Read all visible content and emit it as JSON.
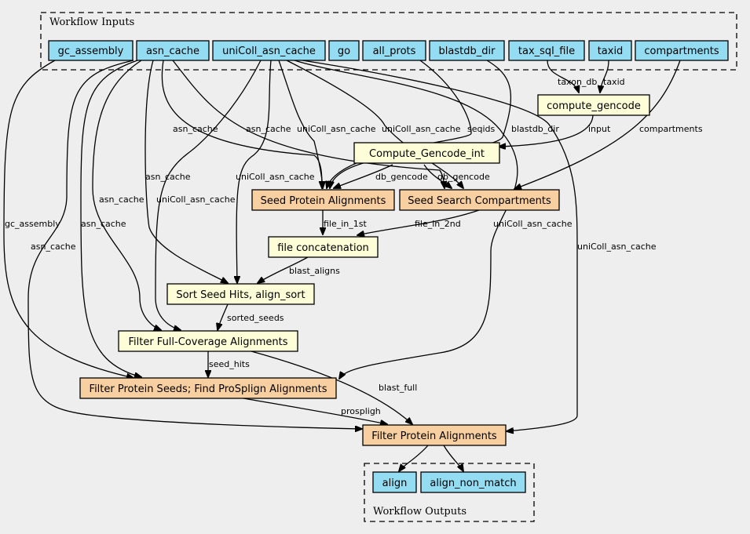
{
  "colors": {
    "input": "#94dcf2",
    "output": "#94dcf2",
    "task": "#fdfdd8",
    "workflow_task": "#f7cfa0",
    "background": "#eeeeee"
  },
  "clusters": {
    "inputs": "Workflow Inputs",
    "outputs": "Workflow Outputs"
  },
  "nodes": {
    "gc_assembly": "gc_assembly",
    "asn_cache": "asn_cache",
    "unicoll_asn_cache": "uniColl_asn_cache",
    "go": "go",
    "all_prots": "all_prots",
    "blastdb_dir": "blastdb_dir",
    "tax_sql_file": "tax_sql_file",
    "taxid": "taxid",
    "compartments": "compartments",
    "compute_gencode": "compute_gencode",
    "compute_gencode_int": "Compute_Gencode_int",
    "seed_protein_alignments": "Seed Protein Alignments",
    "seed_search_compartments": "Seed Search Compartments",
    "file_concatenation": "file concatenation",
    "sort_seed_hits": "Sort Seed Hits, align_sort",
    "filter_full_coverage": "Filter Full-Coverage Alignments",
    "filter_protein_seeds": "Filter Protein Seeds; Find ProSplign Alignments",
    "filter_protein_alignments": "Filter Protein Alignments",
    "align": "align",
    "align_non_match": "align_non_match"
  },
  "edge_labels": {
    "taxon_db": "taxon_db",
    "taxid": "taxid",
    "input": "input",
    "compartments": "compartments",
    "asn_cache_a": "asn_cache",
    "asn_cache_b": "asn_cache",
    "unicoll_a": "uniColl_asn_cache",
    "unicoll_b": "uniColl_asn_cache",
    "seqids": "seqids",
    "blastdb_dir": "blastdb_dir",
    "db_gencode_a": "db_gencode",
    "db_gencode_b": "db_gencode",
    "asn_cache_c": "asn_cache",
    "unicoll_c": "uniColl_asn_cache",
    "asn_cache_d": "asn_cache",
    "unicoll_d": "uniColl_asn_cache",
    "gc_assembly": "gc_assembly",
    "asn_cache_e": "asn_cache",
    "asn_cache_f": "asn_cache",
    "file_in_1st": "file_in_1st",
    "file_in_2nd": "file_in_2nd",
    "unicoll_e": "uniColl_asn_cache",
    "unicoll_f": "uniColl_asn_cache",
    "blast_aligns": "blast_aligns",
    "sorted_seeds": "sorted_seeds",
    "seed_hits": "seed_hits",
    "blast_full": "blast_full",
    "prospligh": "prospligh"
  }
}
